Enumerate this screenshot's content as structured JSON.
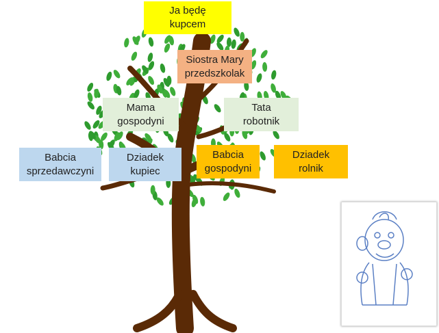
{
  "colors": {
    "trunk": "#5a2a06",
    "leaf": "#2e9b2e",
    "me": "#ffff00",
    "sister": "#f4b183",
    "parents": "#e2efda",
    "father_side": "#bdd7ee",
    "mother_side": "#ffc000"
  },
  "boxes": {
    "me": {
      "line1": "Ja będę",
      "line2": "kupcem"
    },
    "sister": {
      "line1": "Siostra Mary",
      "line2": "przedszkolak"
    },
    "mother": {
      "line1": "Mama",
      "line2": "gospodyni"
    },
    "father": {
      "line1": "Tata",
      "line2": "robotnik"
    },
    "grandma1": {
      "line1": "Babcia",
      "line2": "sprzedawczyni"
    },
    "grandpa1": {
      "line1": "Dziadek",
      "line2": "kupiec"
    },
    "grandma2": {
      "line1": "Babcia",
      "line2": "gospodyni"
    },
    "grandpa2": {
      "line1": "Dziadek",
      "line2": "rolnik"
    }
  }
}
